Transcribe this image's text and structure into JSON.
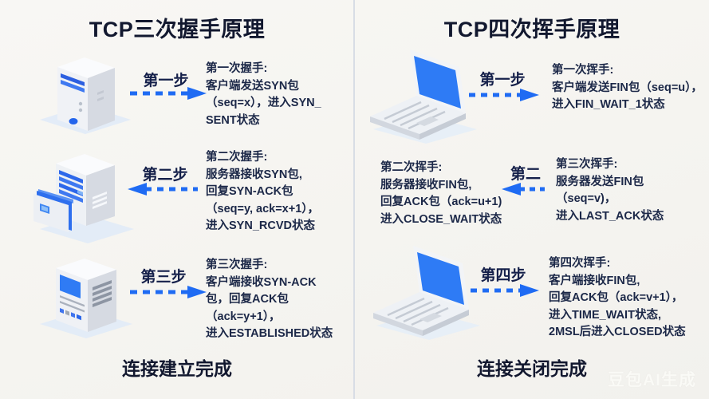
{
  "colors": {
    "accent_blue": "#1f6bf3",
    "title_text": "#12182f",
    "body_text": "#1c2848",
    "panel_divider": "#d8dde5"
  },
  "icons": {
    "left_step1": "server-tower-icon",
    "left_step2": "server-folder-icon",
    "left_step3": "server-panel-icon",
    "right_step1": "laptop-icon",
    "right_step4": "laptop-icon"
  },
  "left": {
    "title": "TCP三次握手原理",
    "footer": "连接建立完成",
    "step1": {
      "label": "第一步",
      "lines": [
        "第一次握手:",
        "客户端发送SYN包",
        "（seq=x），进入SYN_",
        "SENT状态"
      ]
    },
    "step2": {
      "label": "第二步",
      "lines": [
        "第二次握手:",
        "服务器接收SYN包,",
        "回复SYN-ACK包",
        "（seq=y, ack=x+1），",
        "进入SYN_RCVD状态"
      ]
    },
    "step3": {
      "label": "第三步",
      "lines": [
        "第三次握手:",
        "客户端接收SYN-ACK",
        "包，回复ACK包",
        "（ack=y+1），",
        "进入ESTABLISHED状态"
      ]
    }
  },
  "right": {
    "title": "TCP四次挥手原理",
    "footer": "连接关闭完成",
    "step1": {
      "label": "第一步",
      "lines": [
        "第一次挥手:",
        "客户端发送FIN包（seq=u），",
        "进入FIN_WAIT_1状态"
      ]
    },
    "step2": {
      "label": "第二",
      "left_block": {
        "lines": [
          "第二次挥手:",
          "服务器接收FIN包,",
          "回复ACK包（ack=u+1)",
          "进入CLOSE_WAIT状态"
        ]
      },
      "right_block": {
        "lines": [
          "第三次挥手:",
          "服务器发送FIN包",
          "（seq=v)，",
          "进入LAST_ACK状态"
        ]
      }
    },
    "step4": {
      "label": "第四步",
      "lines": [
        "第四次挥手:",
        "客户端接收FIN包,",
        "回复ACK包（ack=v+1），",
        "进入TIME_WAIT状态,",
        "2MSL后进入CLOSED状态"
      ]
    }
  },
  "watermark": "豆包AI生成"
}
